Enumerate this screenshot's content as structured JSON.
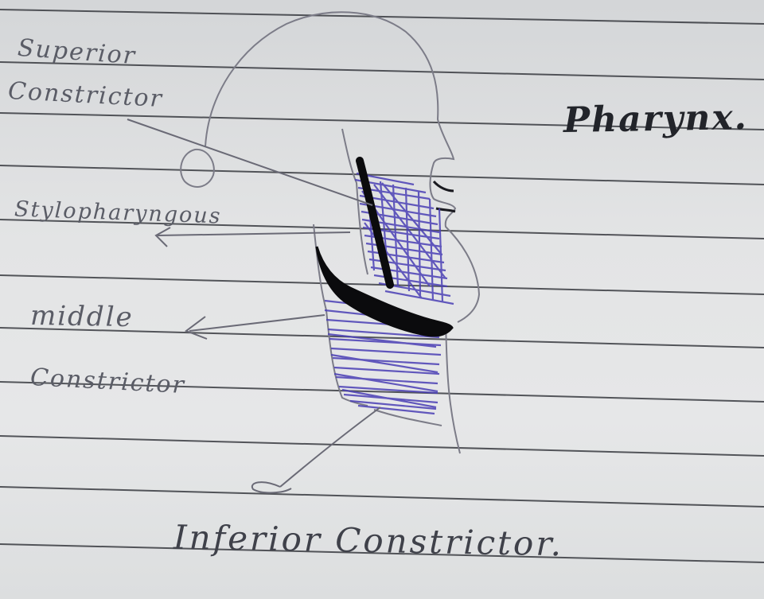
{
  "diagram": {
    "title": "Pharynx.",
    "labels": {
      "superior_line1": "Superior",
      "superior_line2": "Constrictor",
      "stylopharyngeus": "Stylopharyngous",
      "middle_line1": "middle",
      "middle_line2": "Constrictor",
      "inferior": "Inferior Constrictor."
    },
    "colors": {
      "paper": "#e3e4e5",
      "ruled_line": "#2e3036",
      "pencil": "#7c7c88",
      "ink_blue": "#4a3fb5",
      "ink_black": "#0b0b0d"
    }
  }
}
